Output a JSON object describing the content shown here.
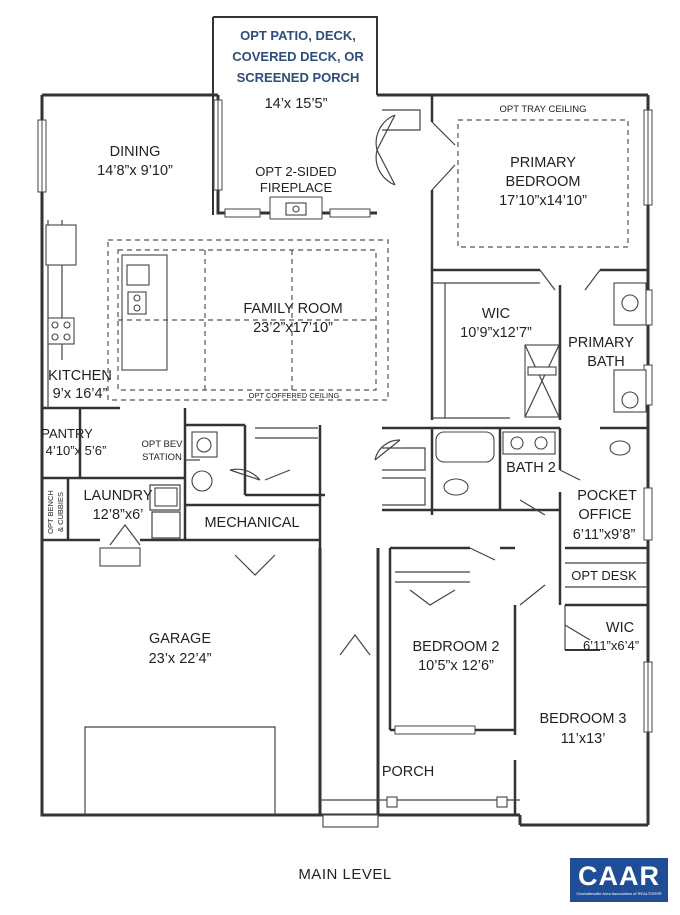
{
  "patio": {
    "line1": "OPT PATIO, DECK,",
    "line2": "COVERED DECK, OR",
    "line3": "SCREENED PORCH",
    "dims": "14’x 15’5”"
  },
  "tray_ceiling": "OPT TRAY CEILING",
  "rooms": {
    "dining": {
      "name": "DINING",
      "dims": "14’8”x 9’10”"
    },
    "fireplace": {
      "line1": "OPT 2-SIDED",
      "line2": "FIREPLACE"
    },
    "primary_bedroom": {
      "line1": "PRIMARY",
      "line2": "BEDROOM",
      "dims": "17’10”x14’10”"
    },
    "family_room": {
      "name": "FAMILY ROOM",
      "dims": "23’2”x17’10”"
    },
    "coffered": "OPT COFFERED CEILING",
    "kitchen": {
      "name": "KITCHEN",
      "dims": "9’x 16’4”"
    },
    "wic_primary": {
      "name": "WIC",
      "dims": "10’9”x12’7”"
    },
    "primary_bath": {
      "line1": "PRIMARY",
      "line2": "BATH"
    },
    "pantry": {
      "name": "PANTRY",
      "dims": "4’10”x 5’6”"
    },
    "bev_station": {
      "line1": "OPT BEV",
      "line2": "STATION"
    },
    "bath2": {
      "name": "BATH 2"
    },
    "bench": {
      "line1": "OPT BENCH",
      "line2": "& CUBBIES"
    },
    "laundry": {
      "name": "LAUNDRY",
      "dims": "12’8”x6’"
    },
    "mechanical": {
      "name": "MECHANICAL"
    },
    "pocket_office": {
      "line1": "POCKET",
      "line2": "OFFICE",
      "dims": "6’11”x9’8”"
    },
    "opt_desk": {
      "name": "OPT DESK"
    },
    "wic_bed3": {
      "name": "WIC",
      "dims": "6’11”x6’4”"
    },
    "garage": {
      "name": "GARAGE",
      "dims": "23’x 22’4”"
    },
    "bedroom2": {
      "name": "BEDROOM 2",
      "dims": "10’5”x 12’6”"
    },
    "bedroom3": {
      "name": "BEDROOM 3",
      "dims": "11’x13’"
    },
    "porch": {
      "name": "PORCH"
    }
  },
  "caption": "MAIN LEVEL",
  "logo": {
    "text": "CAAR",
    "sub": "Charlottesville Area Association of REALTORS®"
  },
  "colors": {
    "patio_text": "#2d4d7a",
    "logo_bg": "#1f4e96",
    "walls": "#333333"
  }
}
